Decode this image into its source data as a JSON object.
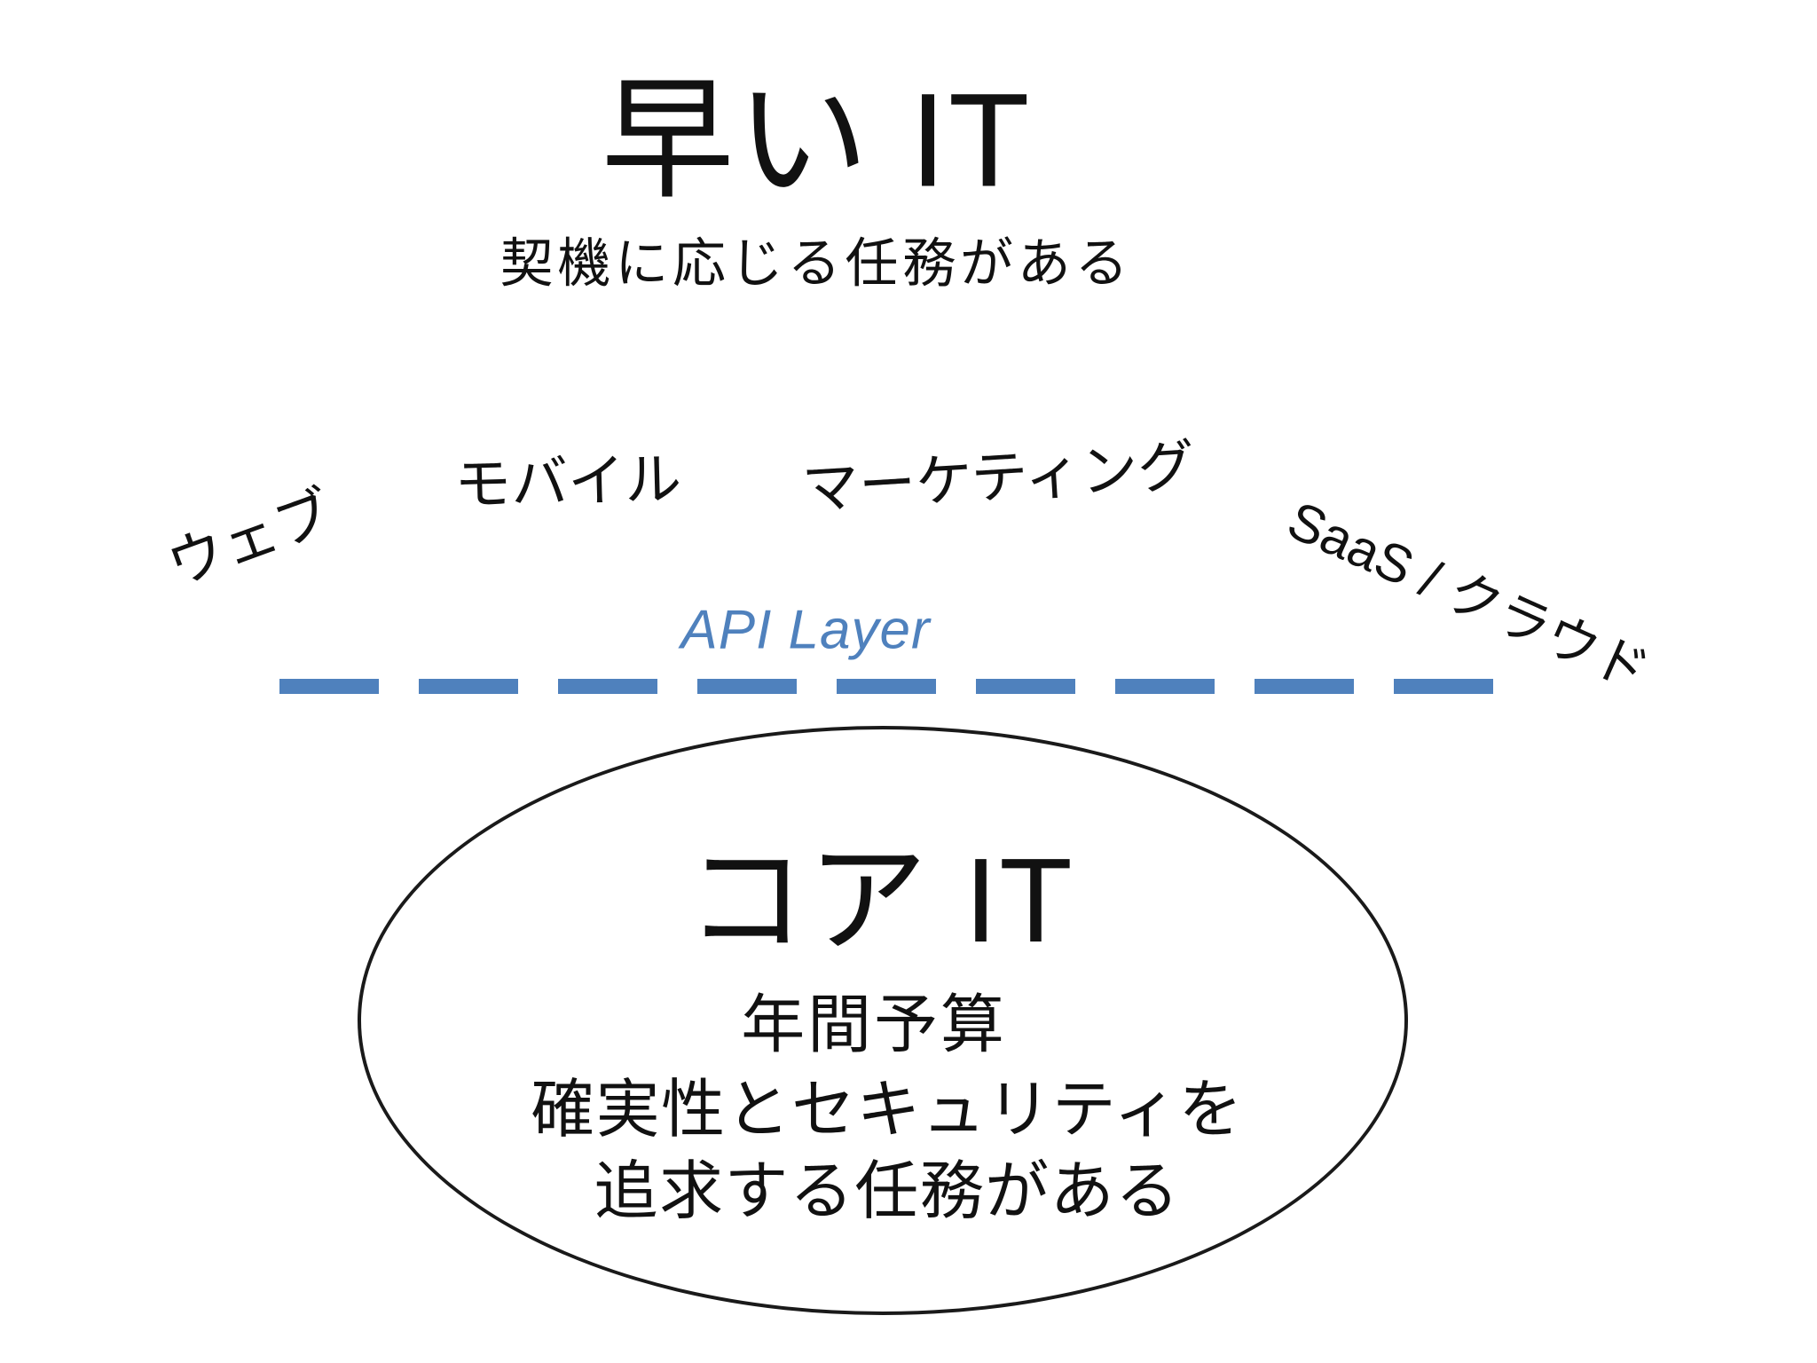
{
  "slide": {
    "title": "早い IT",
    "subtitle": "契機に応じる任務がある",
    "fast_labels": [
      {
        "id": "web",
        "text": "ウェブ"
      },
      {
        "id": "mobile",
        "text": "モバイル"
      },
      {
        "id": "marketing",
        "text": "マーケティング"
      },
      {
        "id": "saas-cloud",
        "text": "SaaS / クラウド"
      }
    ],
    "api_layer": {
      "label": "API Layer",
      "accent_color": "#4f81bd",
      "line_style": "dashed"
    },
    "core": {
      "title": "コア IT",
      "budget_line": "年間予算",
      "mission_line1": "確実性とセキュリティを",
      "mission_line2": "追求する任務がある"
    }
  }
}
